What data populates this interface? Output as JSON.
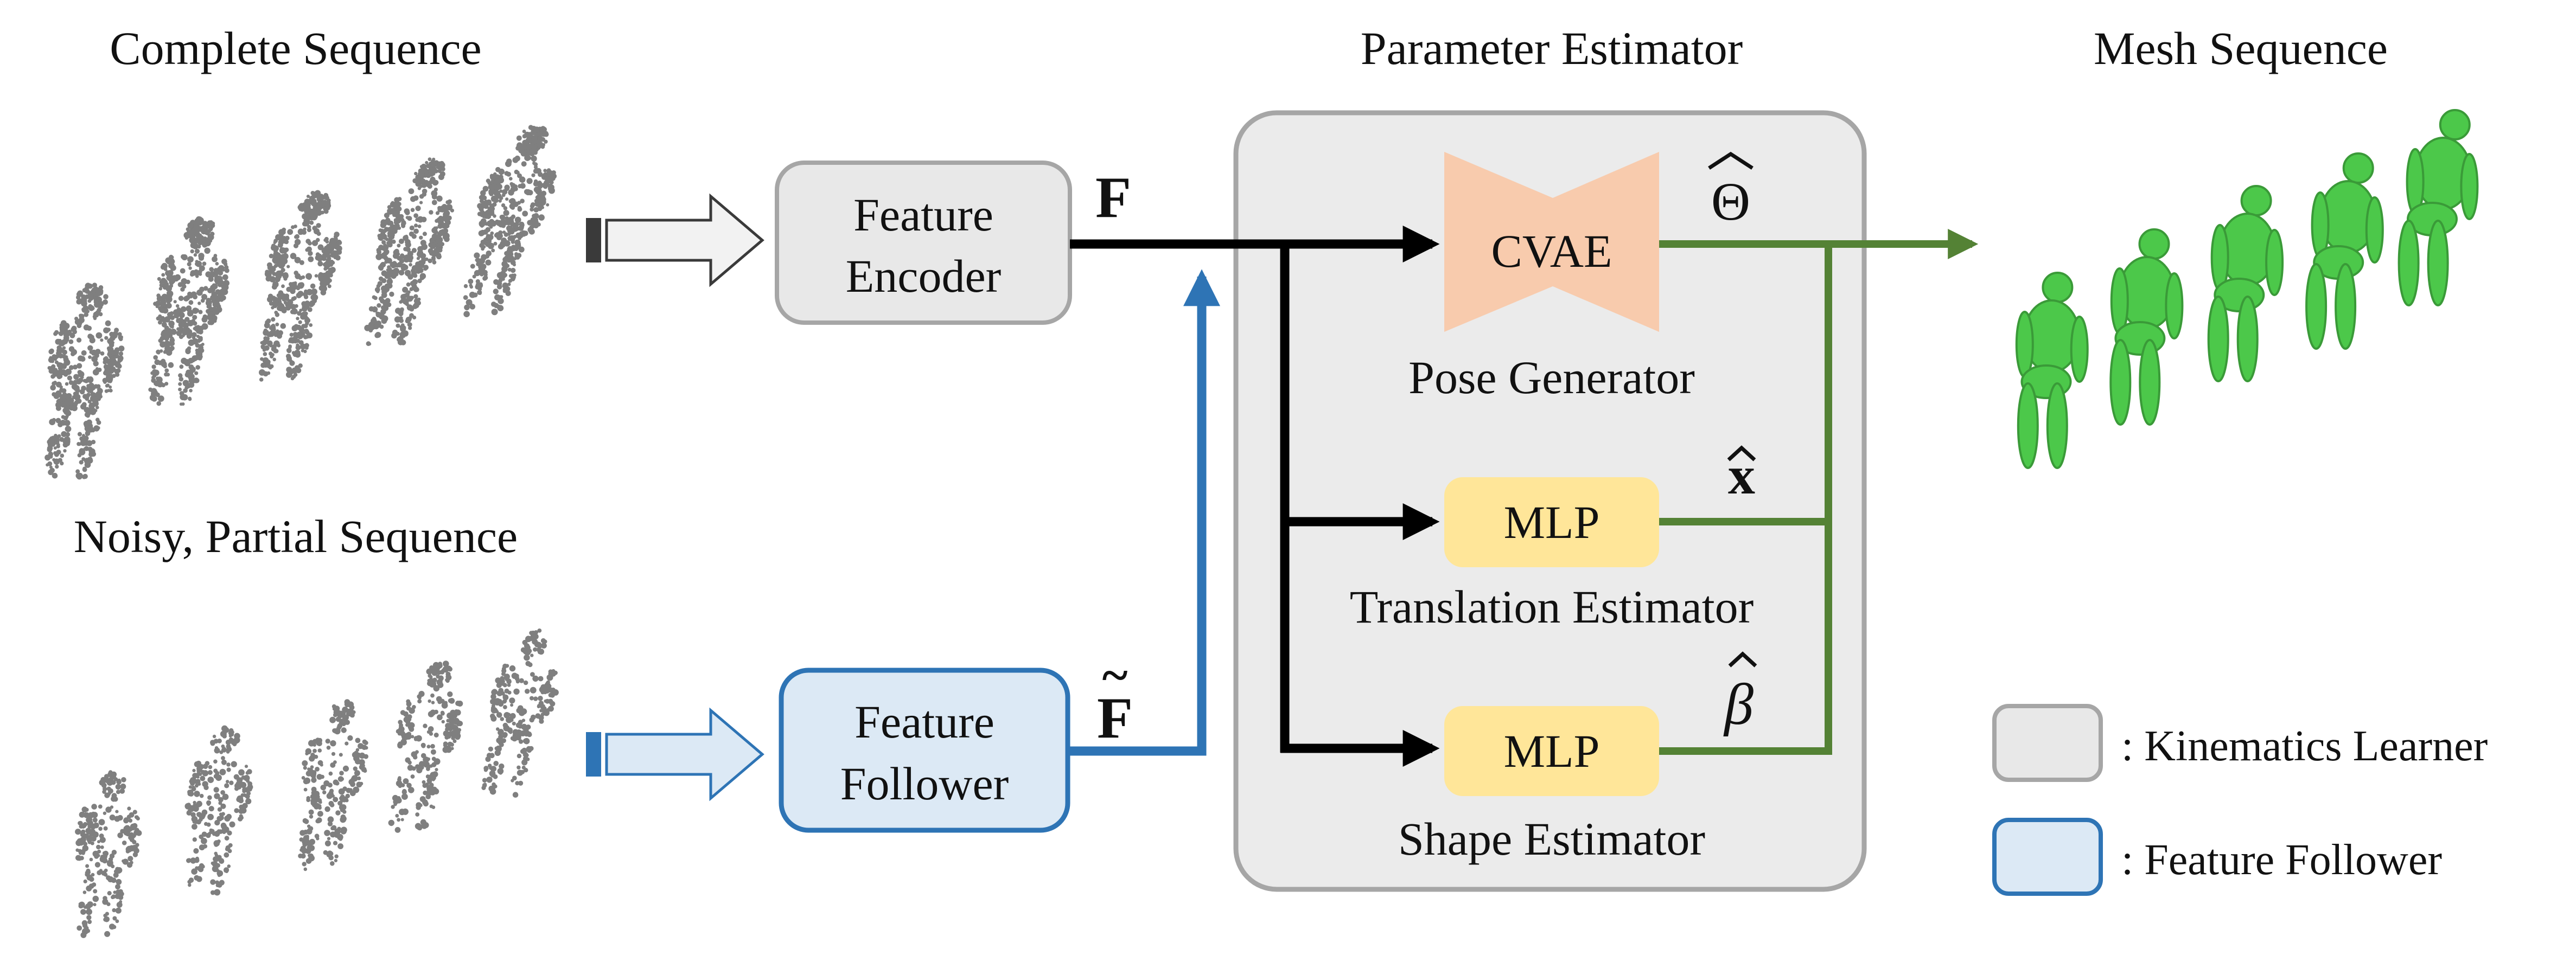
{
  "headings": {
    "complete_sequence": "Complete Sequence",
    "noisy_partial_sequence": "Noisy, Partial Sequence",
    "parameter_estimator": "Parameter Estimator",
    "mesh_sequence": "Mesh Sequence"
  },
  "encoder": {
    "line1": "Feature",
    "line2": "Encoder",
    "output_symbol": "F"
  },
  "follower": {
    "line1": "Feature",
    "line2": "Follower",
    "output_symbol": "F",
    "output_accent": "~"
  },
  "modules": {
    "cvae": {
      "label": "CVAE",
      "caption": "Pose Generator",
      "output_symbol": "Θ",
      "output_accent": "^"
    },
    "translation_mlp": {
      "label": "MLP",
      "caption": "Translation Estimator",
      "output_symbol": "x",
      "output_accent": "^"
    },
    "shape_mlp": {
      "label": "MLP",
      "caption": "Shape Estimator",
      "output_symbol": "β",
      "output_accent": "^"
    }
  },
  "legend": {
    "kinematics_learner": ": Kinematics Learner",
    "feature_follower": ": Feature Follower"
  },
  "colors": {
    "gray_box_fill": "#e8e8e8",
    "gray_box_stroke": "#a6a6a6",
    "blue_box_fill": "#dce9f5",
    "blue_box_stroke": "#2e74b5",
    "cvae_fill": "#f8cbad",
    "mlp_fill": "#ffe699",
    "green_line": "#548235",
    "point_cloud": "#7f7f7f",
    "mesh_green": "#4cc84a"
  },
  "icons": [
    "dot-arrow-icon",
    "point-cloud-figure-icon",
    "human-mesh-icon"
  ]
}
